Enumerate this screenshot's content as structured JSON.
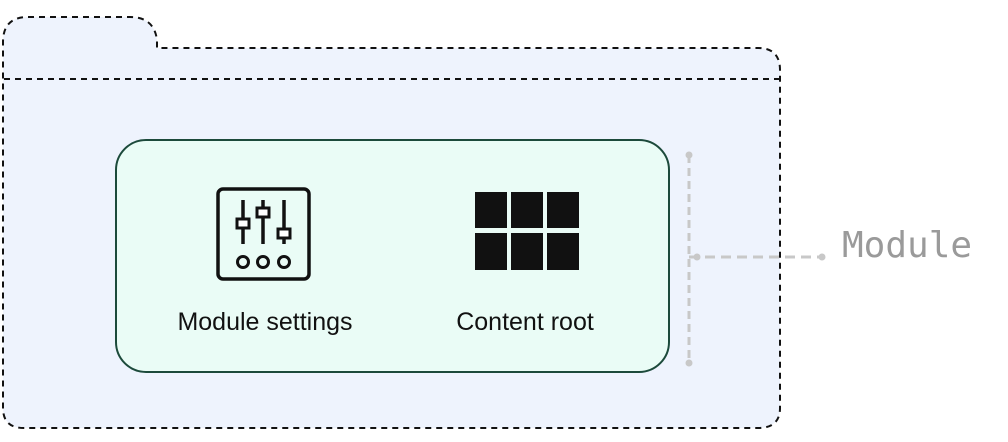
{
  "diagram": {
    "module_label": "Module",
    "nodes": [
      {
        "id": "module-settings",
        "label": "Module settings",
        "icon": "sliders-icon"
      },
      {
        "id": "content-root",
        "label": "Content root",
        "icon": "grid-icon"
      }
    ]
  },
  "colors": {
    "folder_fill": "#eef3fd",
    "folder_stroke": "#111111",
    "panel_fill": "#eafcf6",
    "panel_stroke": "#1c4a3b",
    "icon": "#111111",
    "connector": "#c8c8c8",
    "module_label": "#9a9a9a"
  }
}
